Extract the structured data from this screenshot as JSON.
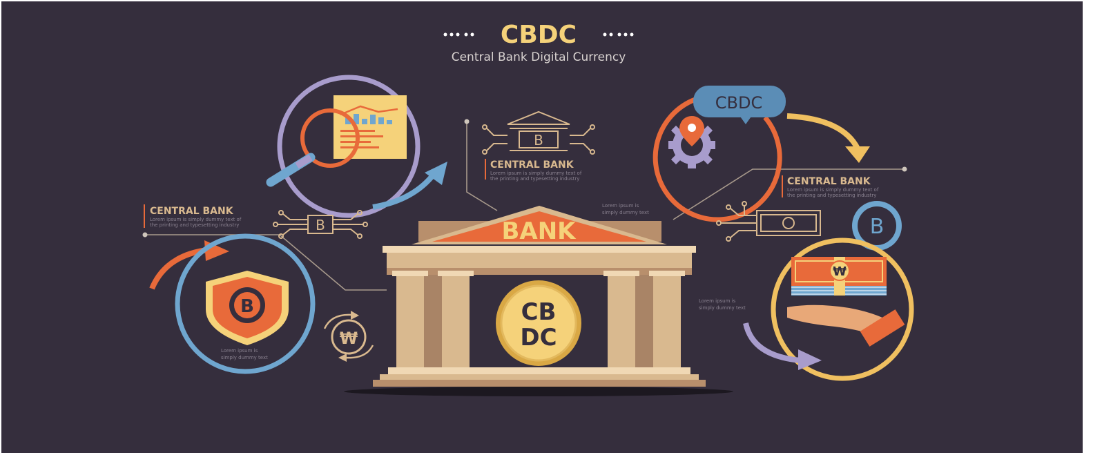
{
  "title": "CBDC",
  "subtitle": "Central Bank Digital Currency",
  "bank_sign": "BANK",
  "coin_text": {
    "line1": "CB",
    "line2": "DC"
  },
  "speech_bubble": "CBDC",
  "section_heading": "CENTRAL BANK",
  "section_body": {
    "line1": "Lorem ipsum is simply dummy text of",
    "line2": "the printing and typesetting industry"
  },
  "small_note": {
    "line1": "Lorem ipsum is",
    "line2": "simply dummy text"
  },
  "symbols": {
    "bitcoin": "B",
    "won": "₩"
  },
  "icons": {
    "magnifier": "magnifier-icon",
    "chart": "chart-document-icon",
    "shield": "shield-bitcoin-icon",
    "won_exchange": "won-exchange-icon",
    "bitcoin_circuit": "bitcoin-circuit-icon",
    "bank_circuit": "bank-circuit-icon",
    "location_gear": "location-gear-icon",
    "banknote_circuit": "banknote-circuit-icon",
    "bitcoin_coin": "bitcoin-coin-icon",
    "hand_cash": "hand-cash-icon"
  },
  "colors": {
    "background": "#352e3d",
    "gold": "#f5d27a",
    "orange": "#e86a3a",
    "blue": "#6fa6cf",
    "purple": "#a89ccc",
    "beige": "#d9b98f",
    "tan": "#b88f6c",
    "line": "#a89a8c"
  }
}
